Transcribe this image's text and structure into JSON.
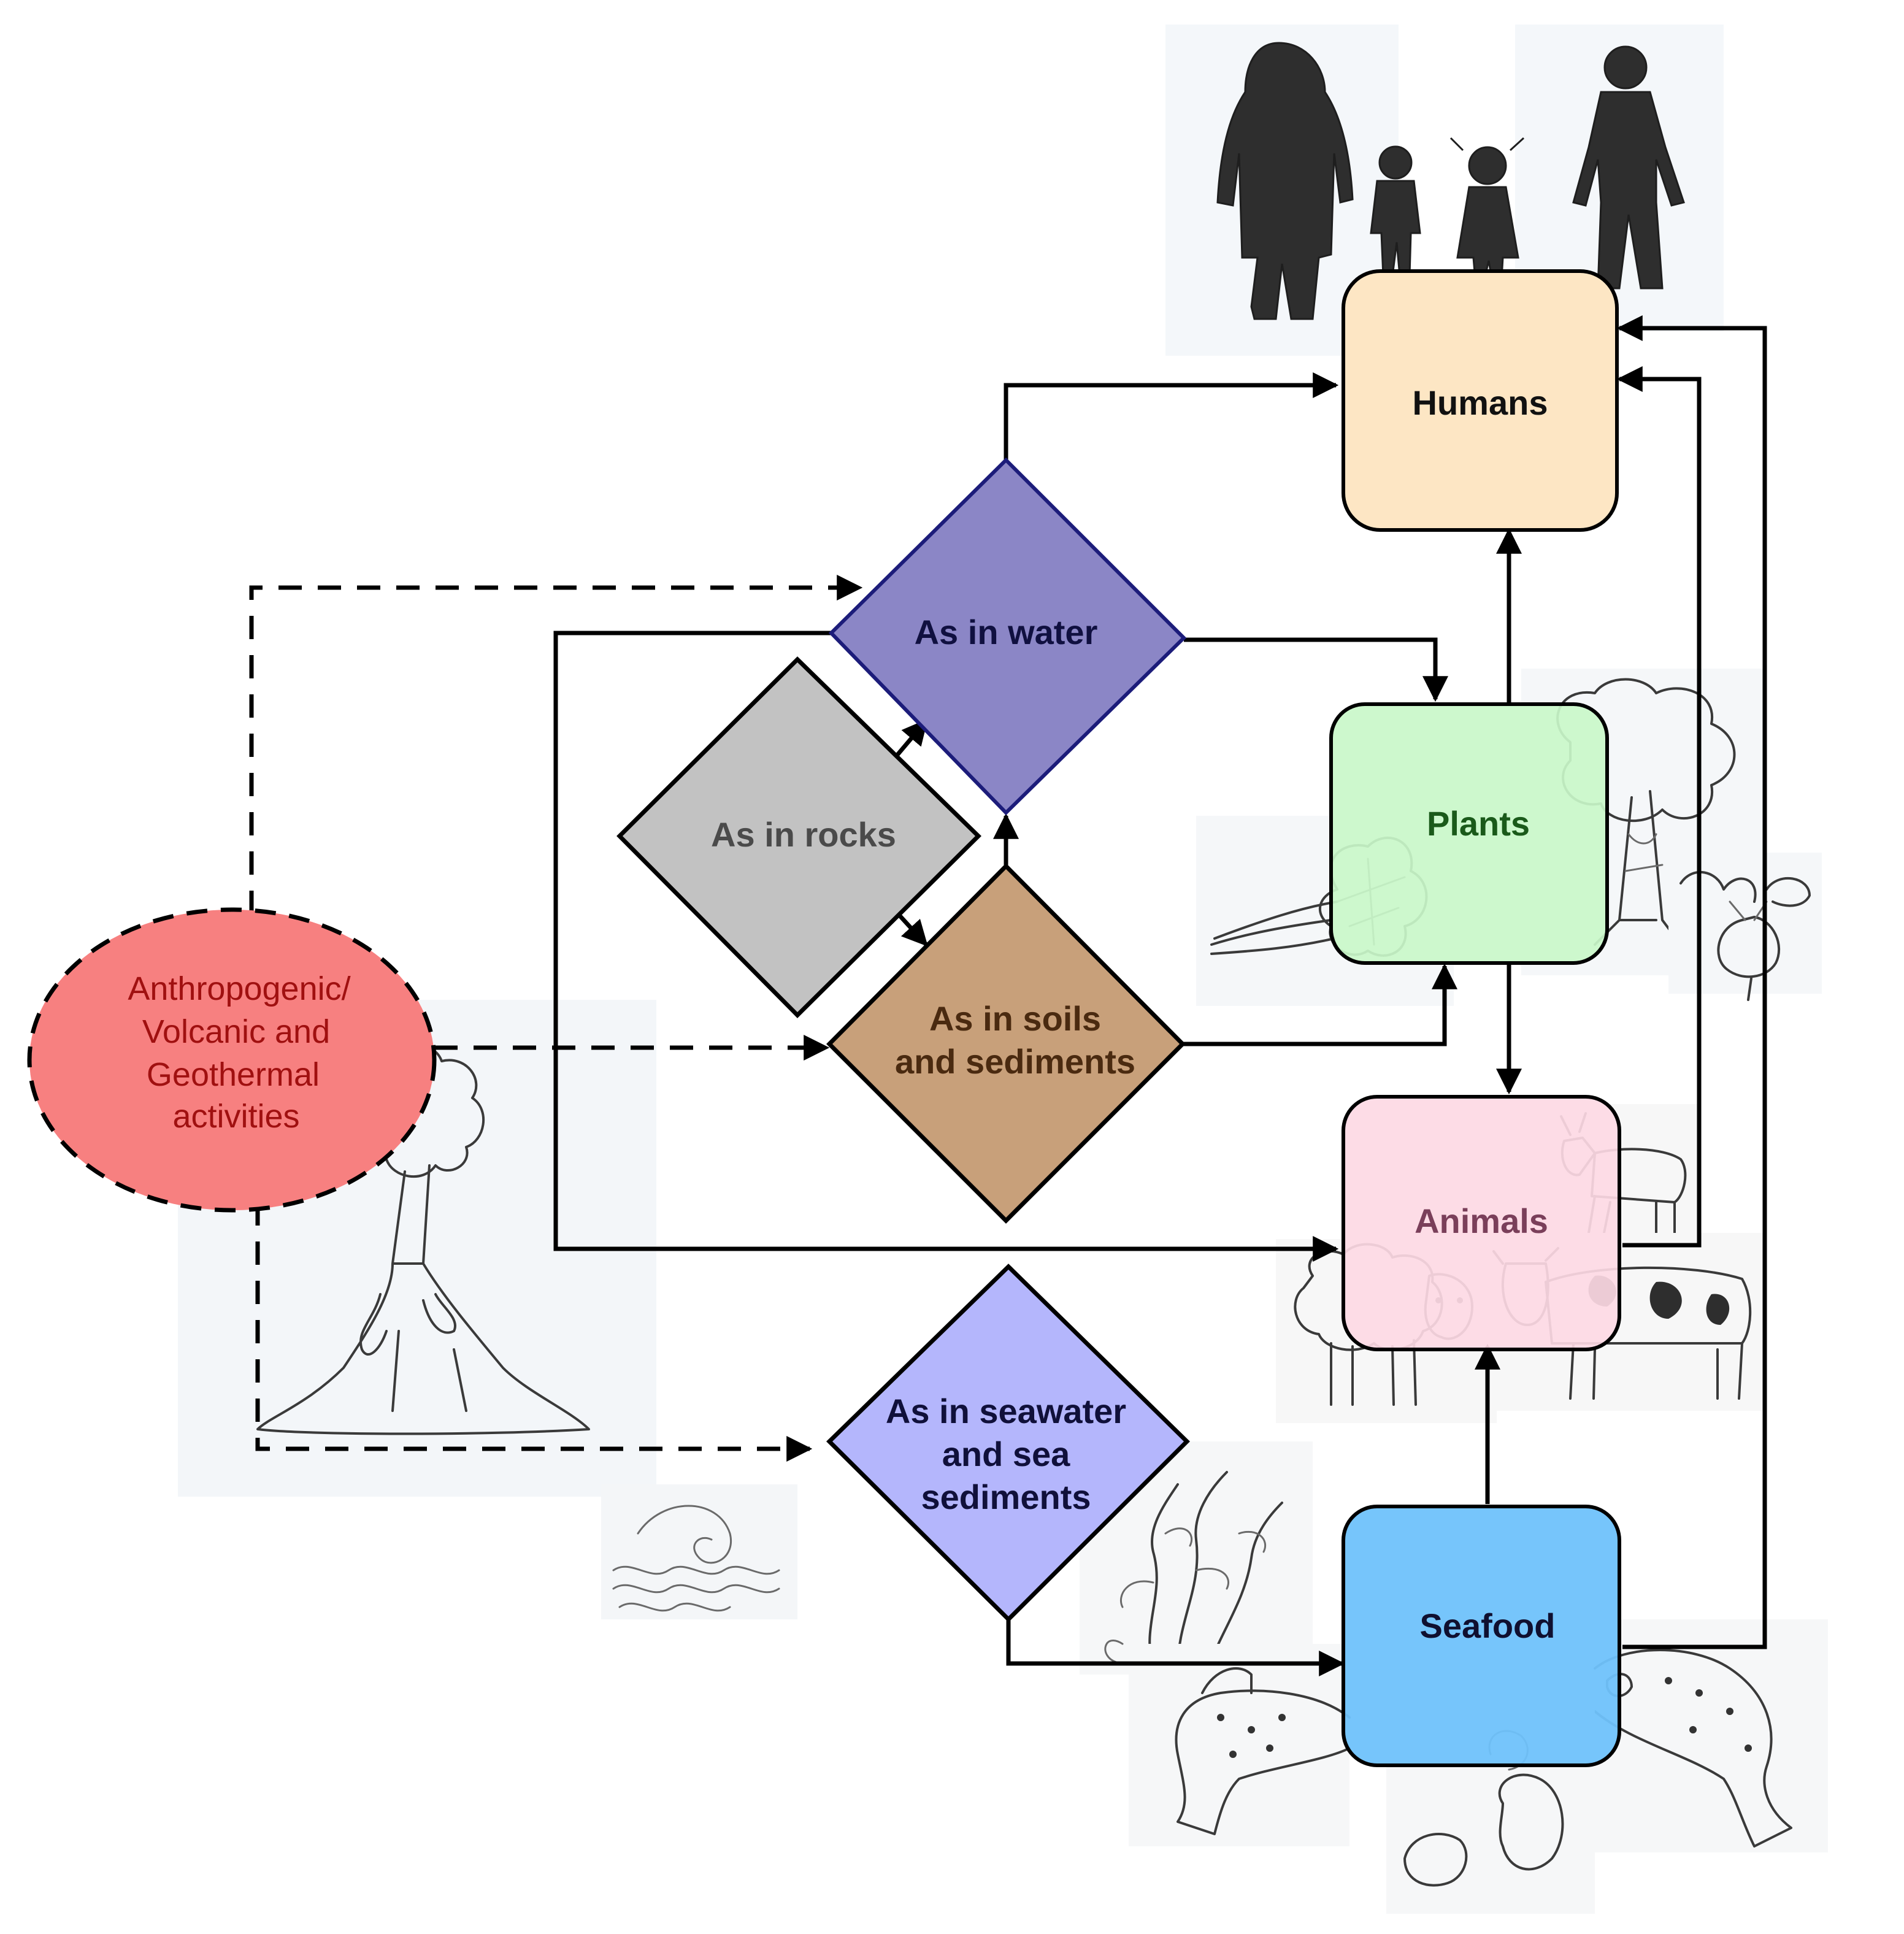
{
  "diagram": {
    "nodes": {
      "humans": {
        "label": "Humans",
        "fill": "#fde6c4"
      },
      "plants": {
        "label": "Plants",
        "fill": "#c9f7c9",
        "text_color": "#1a5a1a"
      },
      "animals": {
        "label": "Animals",
        "fill": "#fdd9e4",
        "text_color": "#7a3f5a"
      },
      "seafood": {
        "label": "Seafood",
        "fill": "#6fc2fb"
      },
      "water": {
        "label": "As in water",
        "fill": "#8b86c6",
        "stroke": "#1c1c7a",
        "text_color": "#101040"
      },
      "rocks": {
        "label": "As in rocks",
        "fill": "#c2c2c2",
        "text_color": "#4a4a4a"
      },
      "soils": {
        "lines": [
          "As in soils",
          "and sediments"
        ],
        "fill": "#c8a07a",
        "text_color": "#4a2a10"
      },
      "seawater": {
        "lines": [
          "As in seawater",
          "and sea",
          "sediments"
        ],
        "fill": "#b4b6fc",
        "text_color": "#10103a"
      },
      "source": {
        "lines": [
          "Anthropogenic/",
          "Volcanic and",
          "Geothermal",
          "activities"
        ],
        "fill": "#f78080",
        "text_color": "#a01010"
      }
    },
    "illustrations": [
      "human-silhouettes-icon",
      "tree-icon",
      "leafy-vegetable-icon",
      "beet-icon",
      "goat-icon",
      "sheep-icon",
      "cow-icon",
      "volcano-icon",
      "wave-icon",
      "seaweed-icon",
      "fish-icon",
      "shellfish-icon"
    ],
    "edge_types": {
      "solid": "transfer pathway",
      "dashed": "emission pathway"
    }
  }
}
